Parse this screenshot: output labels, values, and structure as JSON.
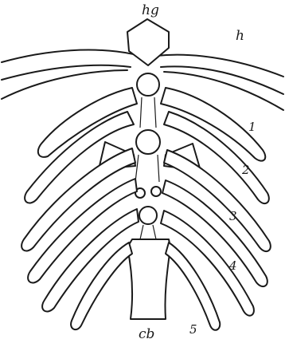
{
  "labels": {
    "hyoid_top": "hg",
    "hyoid_side": "h",
    "arch_1": "1",
    "arch_2": "2",
    "arch_3": "3",
    "arch_4": "4",
    "arch_5": "5",
    "basal": "cb"
  }
}
